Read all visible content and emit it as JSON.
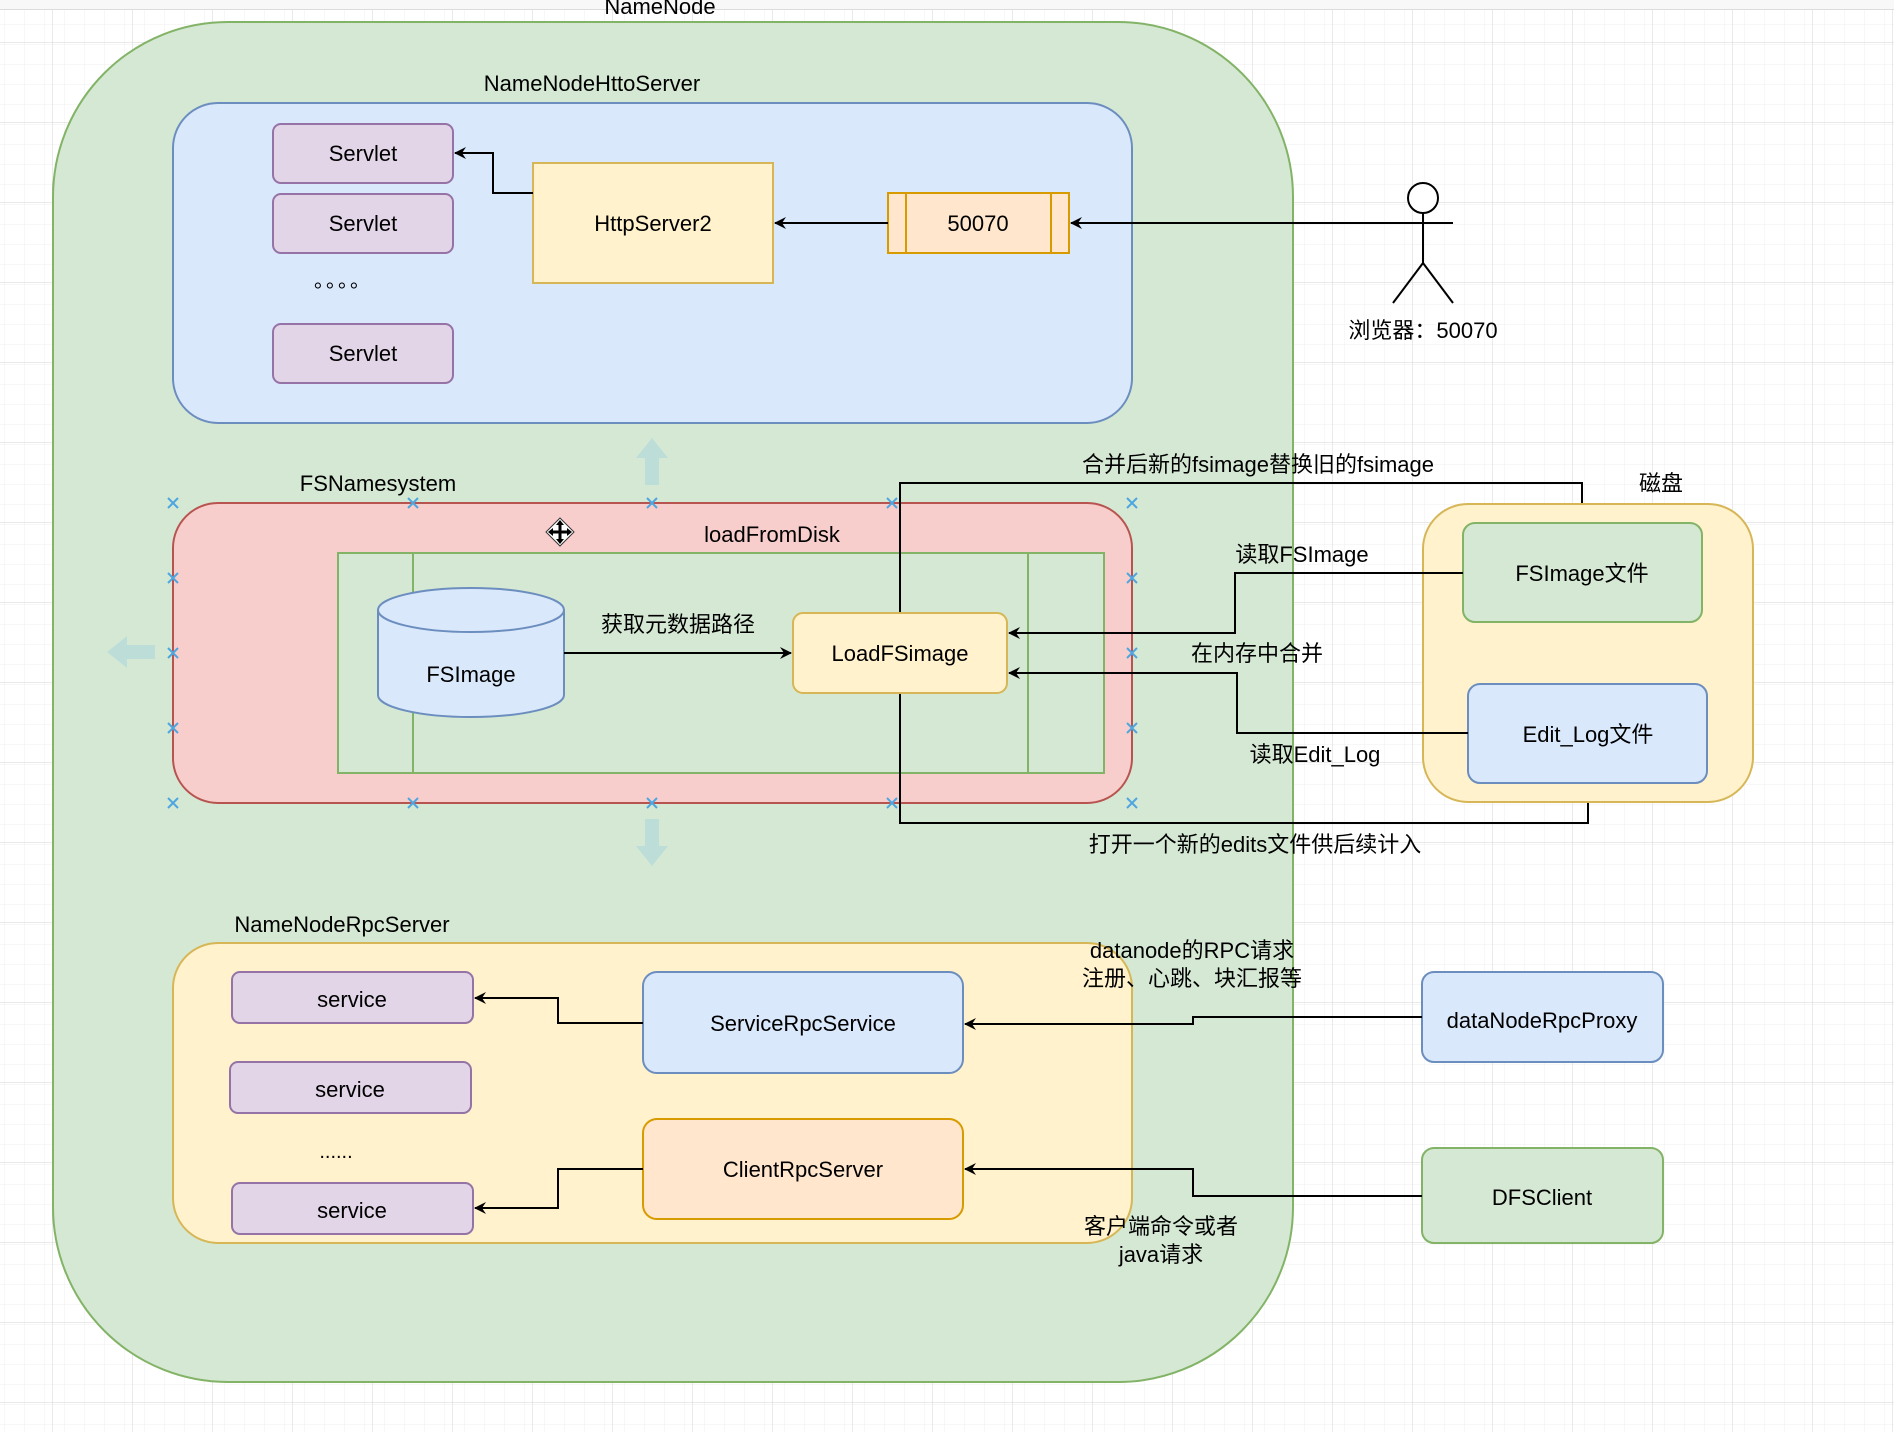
{
  "diagram": {
    "title": "NameNode",
    "colors": {
      "namenode_fill": "#d5e8d4",
      "namenode_stroke": "#82b366",
      "http_fill": "#dae8fc",
      "http_stroke": "#6c8ebf",
      "servlet_fill": "#e1d5e7",
      "servlet_stroke": "#9673a6",
      "yellow_fill": "#fff2cc",
      "yellow_stroke": "#d6b656",
      "orange_fill": "#ffe6cc",
      "orange_stroke": "#d79b00",
      "red_fill": "#f8cecc",
      "red_stroke": "#b85450",
      "handle": "#4da6e0",
      "guide_arrow": "#b9dcd8"
    },
    "http_server": {
      "label": "NameNodeHttoServer",
      "servlets": [
        "Servlet",
        "Servlet",
        "Servlet"
      ],
      "ellipsis": "。。。。",
      "http_server2": "HttpServer2",
      "port_box": "50070"
    },
    "browser": {
      "label": "浏览器：50070"
    },
    "fs_namesystem": {
      "label": "FSNamesystem",
      "load_from_disk": "loadFromDisk",
      "fsimage_cylinder": "FSImage",
      "get_metadata_path": "获取元数据路径",
      "load_fsimage": "LoadFSimage"
    },
    "disk": {
      "label": "磁盘",
      "fsimage_file": "FSImage文件",
      "edit_log_file": "Edit_Log文件"
    },
    "edges": {
      "replace_fsimage": "合并后新的fsimage替换旧的fsimage",
      "read_fsimage": "读取FSImage",
      "merge_in_memory": "在内存中合并",
      "read_edit_log": "读取Edit_Log",
      "open_new_edits": "打开一个新的edits文件供后续计入",
      "datanode_rpc_line1": "datanode的RPC请求",
      "datanode_rpc_line2": "注册、心跳、块汇报等",
      "client_line1": "客户端命令或者",
      "client_line2": "java请求"
    },
    "rpc_server": {
      "label": "NameNodeRpcServer",
      "services": [
        "service",
        "service",
        "service"
      ],
      "ellipsis": "......",
      "service_rpc": "ServiceRpcService",
      "client_rpc": "ClientRpcServer"
    },
    "external": {
      "datanode_proxy": "dataNodeRpcProxy",
      "dfs_client": "DFSClient"
    }
  }
}
